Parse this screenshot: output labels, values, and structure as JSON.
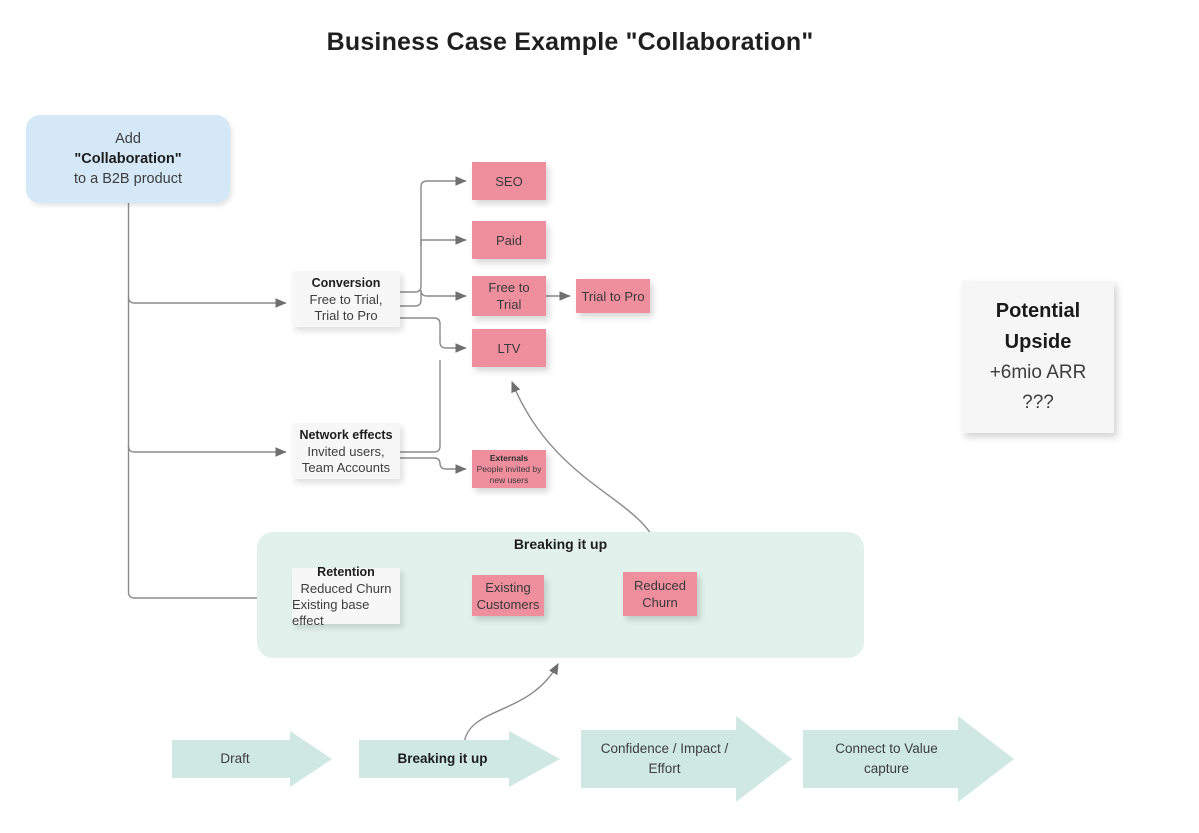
{
  "page": {
    "title": "Business Case Example \"Collaboration\""
  },
  "colors": {
    "blue_node": "#d4e8f7",
    "pink_node": "#ef8e9d",
    "green_group": "#e2f1ec",
    "green_chevron": "#cfe9e2",
    "card": "#f7f7f7",
    "connector": "#8a8a8a",
    "text": "#3d3d3d"
  },
  "start_node": {
    "line1": "Add",
    "line2": "\"Collaboration\"",
    "line3": "to a B2B product"
  },
  "drivers": [
    {
      "name": "conversion",
      "heading": "Conversion",
      "line1": "Free to Trial,",
      "line2": "Trial to Pro"
    },
    {
      "name": "network-effects",
      "heading": "Network effects",
      "line1": "Invited users,",
      "line2": "Team Accounts"
    },
    {
      "name": "retention",
      "heading": "Retention",
      "line1": "Reduced Churn",
      "line2": "Existing base effect"
    }
  ],
  "outcomes": {
    "seo": "SEO",
    "paid": "Paid",
    "free_to_trial_l1": "Free to",
    "free_to_trial_l2": "Trial",
    "ltv": "LTV",
    "trial_to_pro": "Trial to Pro",
    "externals_heading": "Externals",
    "externals_l1": "People invited by",
    "externals_l2": "new users",
    "existing_customers_l1": "Existing",
    "existing_customers_l2": "Customers",
    "reduced_churn_l1": "Reduced",
    "reduced_churn_l2": "Churn"
  },
  "group": {
    "breaking_it_up_title": "Breaking it up"
  },
  "potential_upside": {
    "heading_l1": "Potential",
    "heading_l2": "Upside",
    "value": "+6mio ARR",
    "uncertainty": "???"
  },
  "process_steps": [
    {
      "label": "Draft",
      "emphasis": false
    },
    {
      "label": "Breaking it up",
      "emphasis": true
    },
    {
      "label": "Confidence / Impact /\nEffort",
      "emphasis": false,
      "line1": "Confidence / Impact /",
      "line2": "Effort"
    },
    {
      "label": "Connect to Value\ncapture",
      "emphasis": false,
      "line1": "Connect to Value",
      "line2": "capture"
    }
  ]
}
